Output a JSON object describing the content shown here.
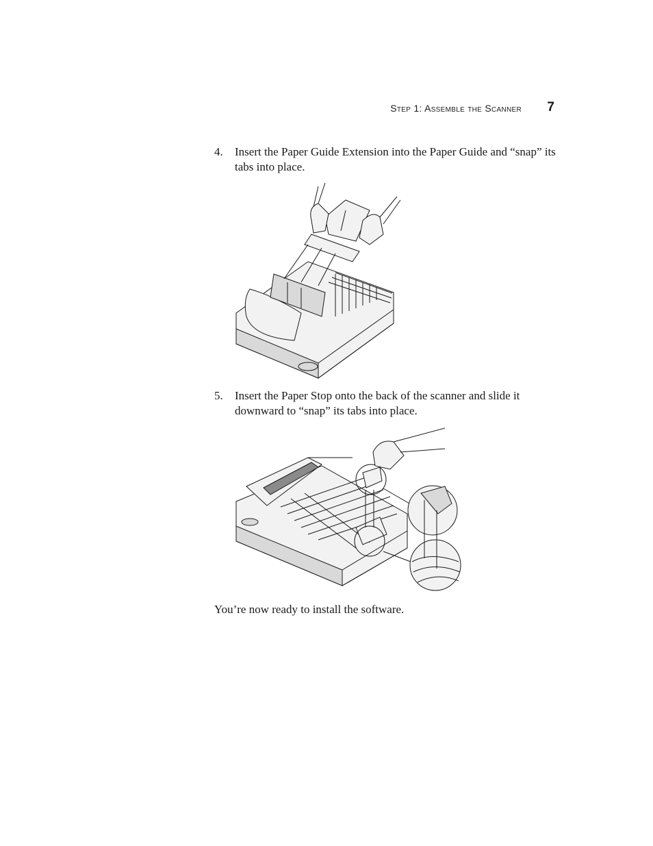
{
  "header": {
    "section_title": "Step 1: Assemble the Scanner",
    "page_number": "7"
  },
  "steps": [
    {
      "number": "4.",
      "text": "Insert the Paper Guide Extension into the Paper Guide and “snap” its tabs into place."
    },
    {
      "number": "5.",
      "text": "Insert the Paper Stop onto the back of the scanner and slide it downward to “snap” its tabs into place."
    }
  ],
  "closing": "You’re now ready to install the software."
}
